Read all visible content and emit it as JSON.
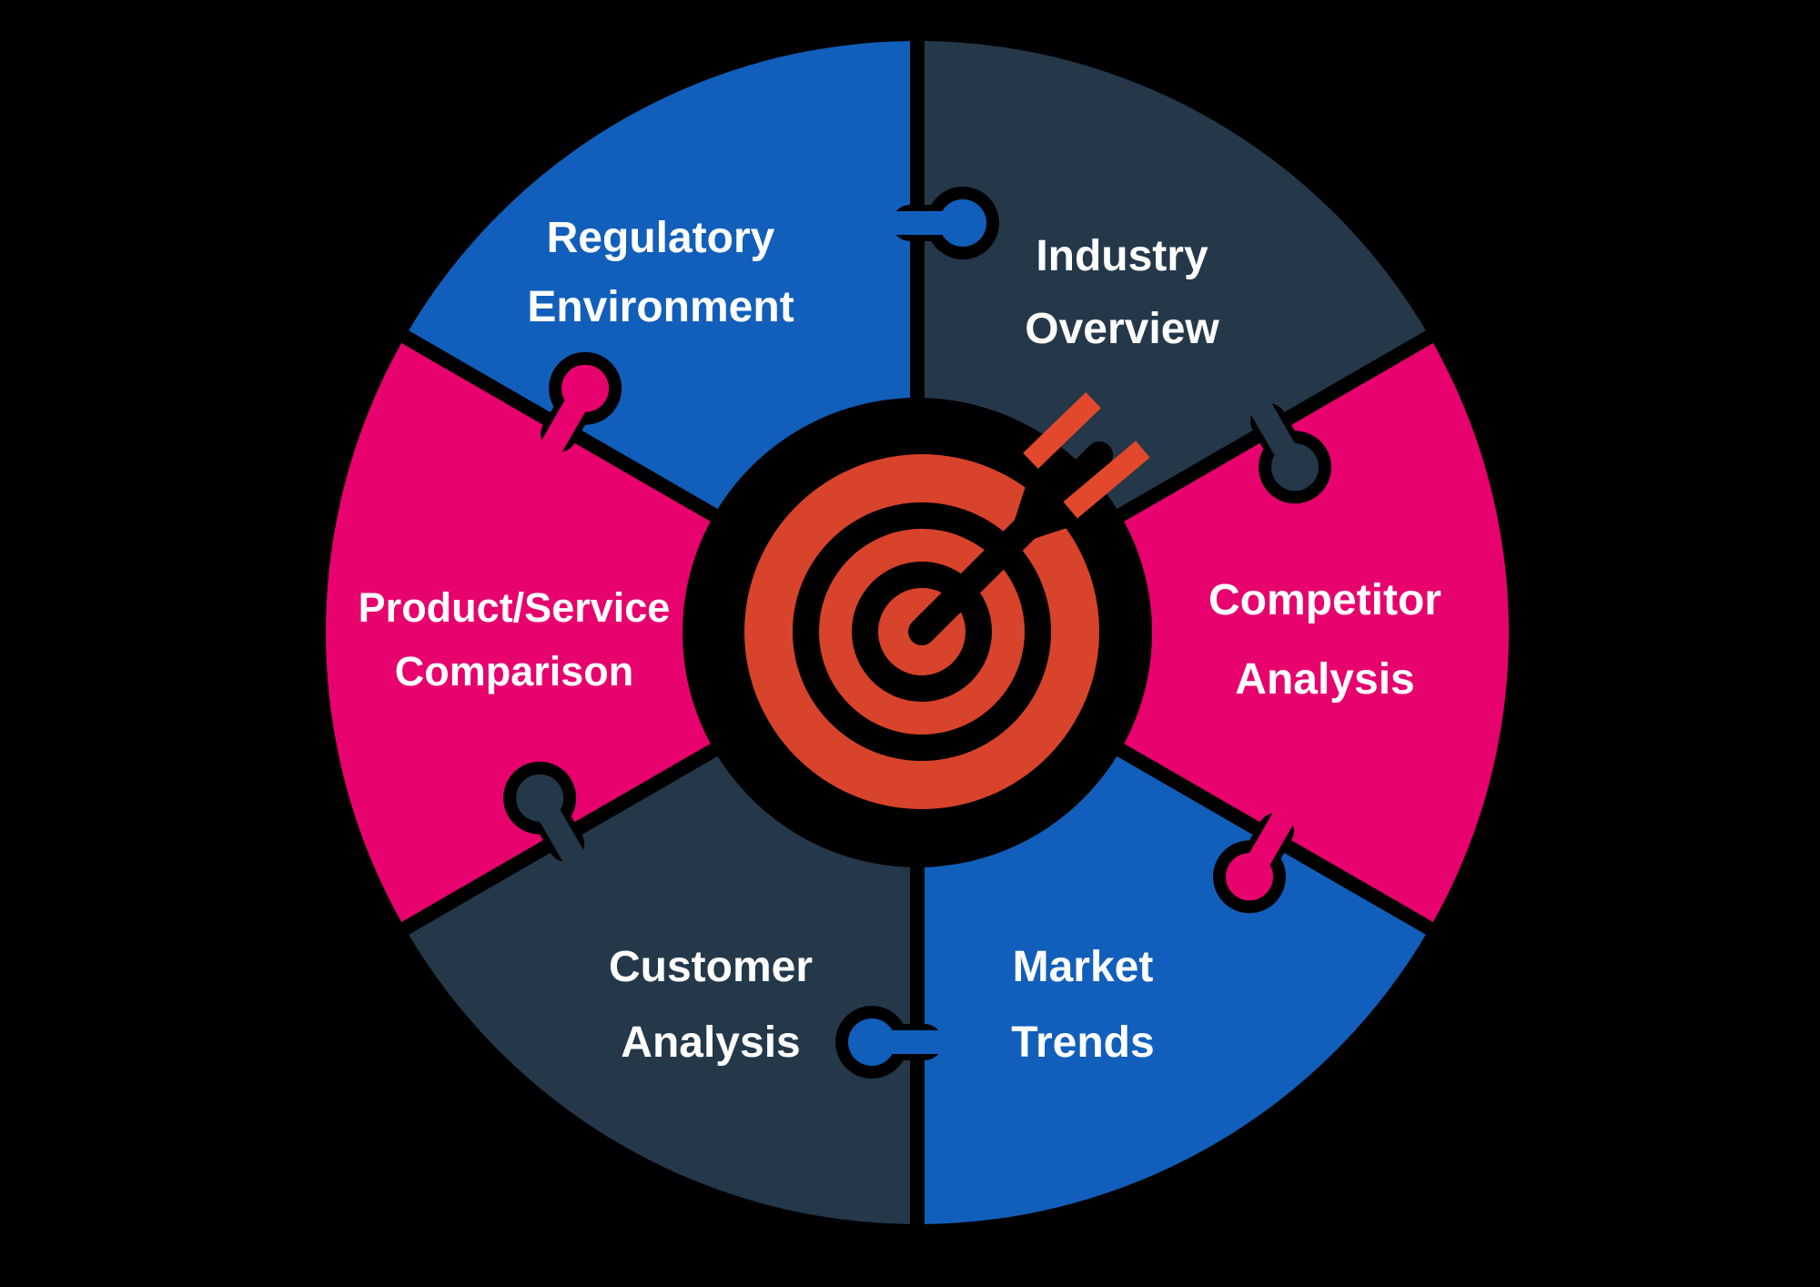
{
  "title": "Market analysis puzzle wheel diagram",
  "colors": {
    "background": "#000000",
    "blue": "#115fbb",
    "navy": "#24384a",
    "pink": "#e7026e",
    "target_red": "#d8432b",
    "fletching_orange": "#e2492c",
    "outline_black": "#000000",
    "label_text": "#ffffff"
  },
  "center_icon": {
    "name": "bullseye-target-with-dart",
    "description": "target-bullseye-icon"
  },
  "segments": [
    {
      "id": "industry-overview",
      "line1": "Industry",
      "line2": "Overview",
      "color": "navy"
    },
    {
      "id": "competitor-analysis",
      "line1": "Competitor",
      "line2": "Analysis",
      "color": "pink"
    },
    {
      "id": "market-trends",
      "line1": "Market",
      "line2": "Trends",
      "color": "blue"
    },
    {
      "id": "customer-analysis",
      "line1": "Customer",
      "line2": "Analysis",
      "color": "navy"
    },
    {
      "id": "product-service-comparison",
      "line1": "Product/Service",
      "line2": "Comparison",
      "color": "pink"
    },
    {
      "id": "regulatory-environment",
      "line1": "Regulatory",
      "line2": "Environment",
      "color": "blue"
    }
  ]
}
